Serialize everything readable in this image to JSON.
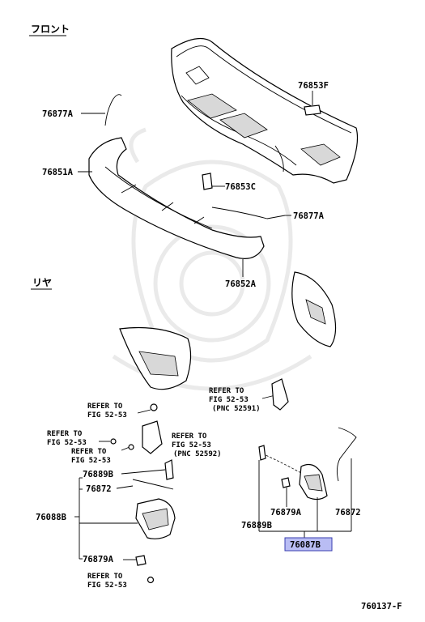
{
  "headers": {
    "front": "フロント",
    "rear": "リヤ"
  },
  "labels": {
    "p76853F": "76853F",
    "p76877A_top": "76877A",
    "p76851A": "76851A",
    "p76853C": "76853C",
    "p76877A_mid": "76877A",
    "p76852A": "76852A",
    "p76889B_left": "76889B",
    "p76872_left": "76872",
    "p76088B": "76088B",
    "p76879A_left": "76879A",
    "p76879A_right": "76879A",
    "p76872_right": "76872",
    "p76889B_right": "76889B",
    "p76087B": "76087B"
  },
  "refs": {
    "r1_l1": "REFER TO",
    "r1_l2": "FIG 52-53",
    "r2_l1": "REFER TO",
    "r2_l2": "FIG 52-53",
    "r3_l1": "REFER TO",
    "r3_l2": "FIG 52-53",
    "r4_l1": "REFER TO",
    "r4_l2": "FIG 52-53",
    "r4_l3": "(PNC 52592)",
    "r5_l1": "REFER TO",
    "r5_l2": "FIG 52-53",
    "r5_l3": "(PNC 52591)",
    "r6_l1": "REFER TO",
    "r6_l2": "FIG 52-53"
  },
  "footer": {
    "code": "760137-F"
  },
  "colors": {
    "highlight_fill": "#b9bdf4",
    "highlight_stroke": "#3a3fb0",
    "watermark": "#d9d9d9"
  }
}
